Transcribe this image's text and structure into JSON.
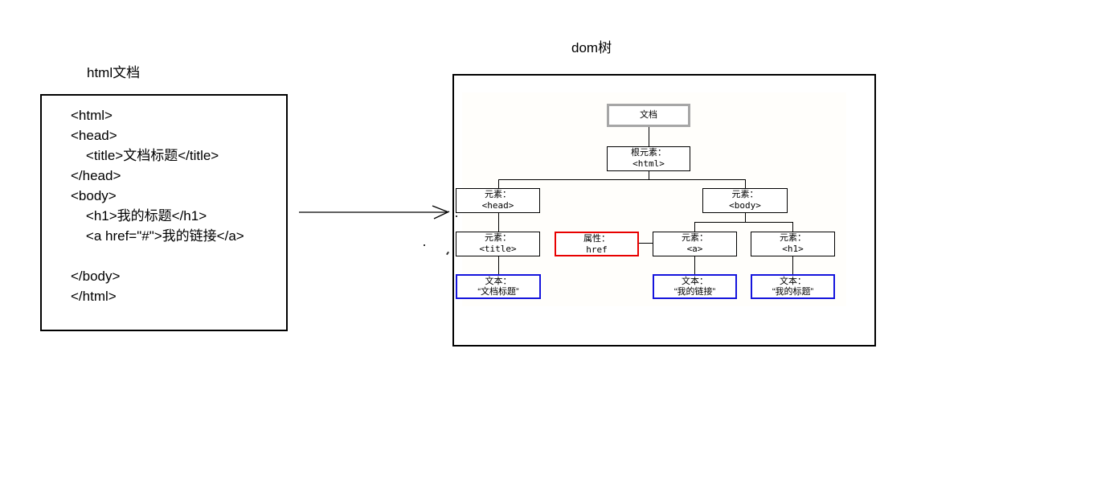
{
  "left_panel": {
    "title": "html文档",
    "code_lines": [
      "<html>",
      "<head>",
      "    <title>文档标题</title>",
      "</head>",
      "<body>",
      "    <h1>我的标题</h1>",
      "    <a href=\"#\">我的链接</a>",
      "",
      "</body>",
      "</html>"
    ]
  },
  "dom_tree": {
    "title": "dom树",
    "nodes": {
      "document": {
        "label": "文档"
      },
      "html": {
        "line1": "根元素：",
        "line2": "<html>"
      },
      "head": {
        "line1": "元素：",
        "line2": "<head>"
      },
      "body": {
        "line1": "元素：",
        "line2": "<body>"
      },
      "title_el": {
        "line1": "元素：",
        "line2": "<title>"
      },
      "href_attr": {
        "line1": "属性：",
        "line2": "href"
      },
      "a_el": {
        "line1": "元素：",
        "line2": "<a>"
      },
      "h1_el": {
        "line1": "元素：",
        "line2": "<h1>"
      },
      "text_title": {
        "line1": "文本：",
        "line2": "“文档标题”"
      },
      "text_link": {
        "line1": "文本：",
        "line2": "“我的链接”"
      },
      "text_h1": {
        "line1": "文本：",
        "line2": "“我的标题”"
      }
    },
    "colors": {
      "document_border": "#a6a6a6",
      "element_border": "#000000",
      "attribute_border": "#e80000",
      "text_border": "#1515dd",
      "connector": "#000000"
    }
  }
}
